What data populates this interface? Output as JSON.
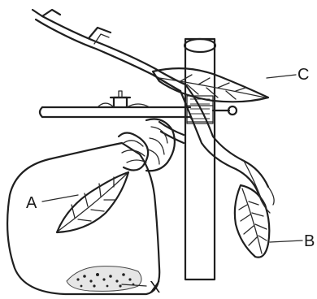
{
  "labels": {
    "a": "A",
    "b": "B",
    "c": "C",
    "x": "X"
  }
}
